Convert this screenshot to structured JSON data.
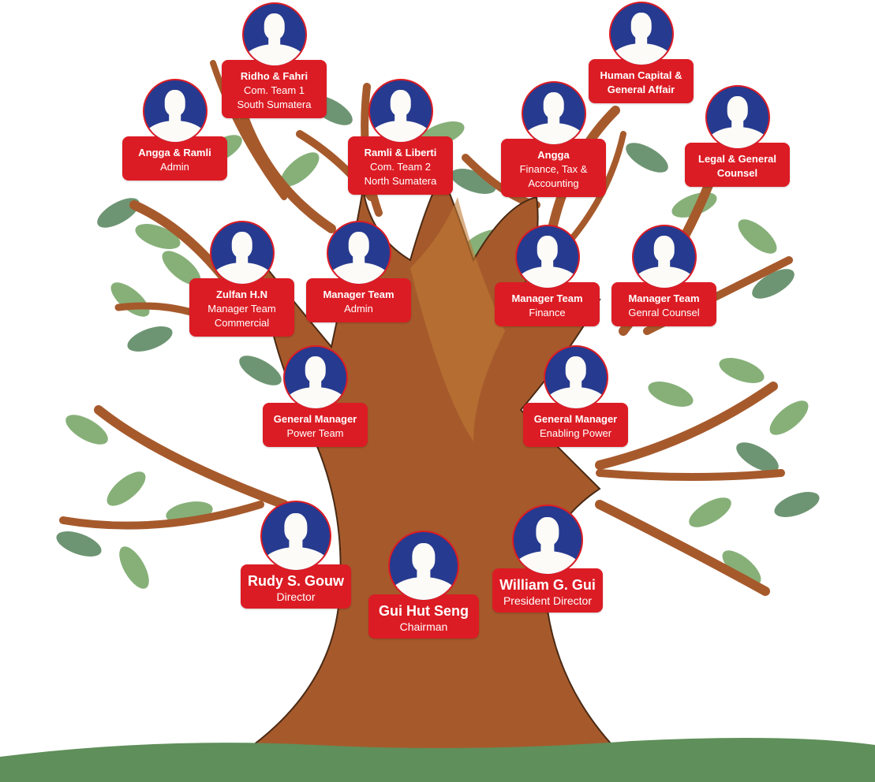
{
  "title": "Organization Tree",
  "colors": {
    "box": "#dc1c24",
    "avatar": "#263a8f",
    "trunk": "#a65a2c",
    "leaf": "#7aa86a",
    "ground": "#5f8f5a"
  },
  "nodes": [
    {
      "id": "ridho-fahri",
      "name": "Ridho & Fahri",
      "lines": [
        "Com. Team 1",
        "South Sumatera"
      ]
    },
    {
      "id": "angga-ramli",
      "name": "Angga & Ramli",
      "lines": [
        "Admin"
      ]
    },
    {
      "id": "ramli-liberti",
      "name": "Ramli & Liberti",
      "lines": [
        "Com. Team 2",
        "North Sumatera"
      ]
    },
    {
      "id": "human-capital",
      "name": "Human Capital & General Affair",
      "lines": []
    },
    {
      "id": "angga",
      "name": "Angga",
      "lines": [
        "Finance, Tax &",
        "Accounting"
      ]
    },
    {
      "id": "legal",
      "name": "Legal & General Counsel",
      "lines": []
    },
    {
      "id": "zulfan",
      "name": "Zulfan H.N",
      "lines": [
        "Manager Team",
        "Commercial"
      ]
    },
    {
      "id": "manager-admin",
      "name": "Manager Team",
      "lines": [
        "Admin"
      ]
    },
    {
      "id": "manager-finance",
      "name": "Manager Team",
      "lines": [
        "Finance"
      ]
    },
    {
      "id": "manager-counsel",
      "name": "Manager Team",
      "lines": [
        "Genral Counsel"
      ]
    },
    {
      "id": "gm-power",
      "name": "General Manager",
      "lines": [
        "Power Team"
      ]
    },
    {
      "id": "gm-enabling",
      "name": "General Manager",
      "lines": [
        "Enabling Power"
      ]
    },
    {
      "id": "rudy",
      "name": "Rudy S. Gouw",
      "lines": [
        "Director"
      ]
    },
    {
      "id": "gui-hut-seng",
      "name": "Gui Hut Seng",
      "lines": [
        "Chairman"
      ]
    },
    {
      "id": "william",
      "name": "William G. Gui",
      "lines": [
        "President Director"
      ]
    }
  ]
}
